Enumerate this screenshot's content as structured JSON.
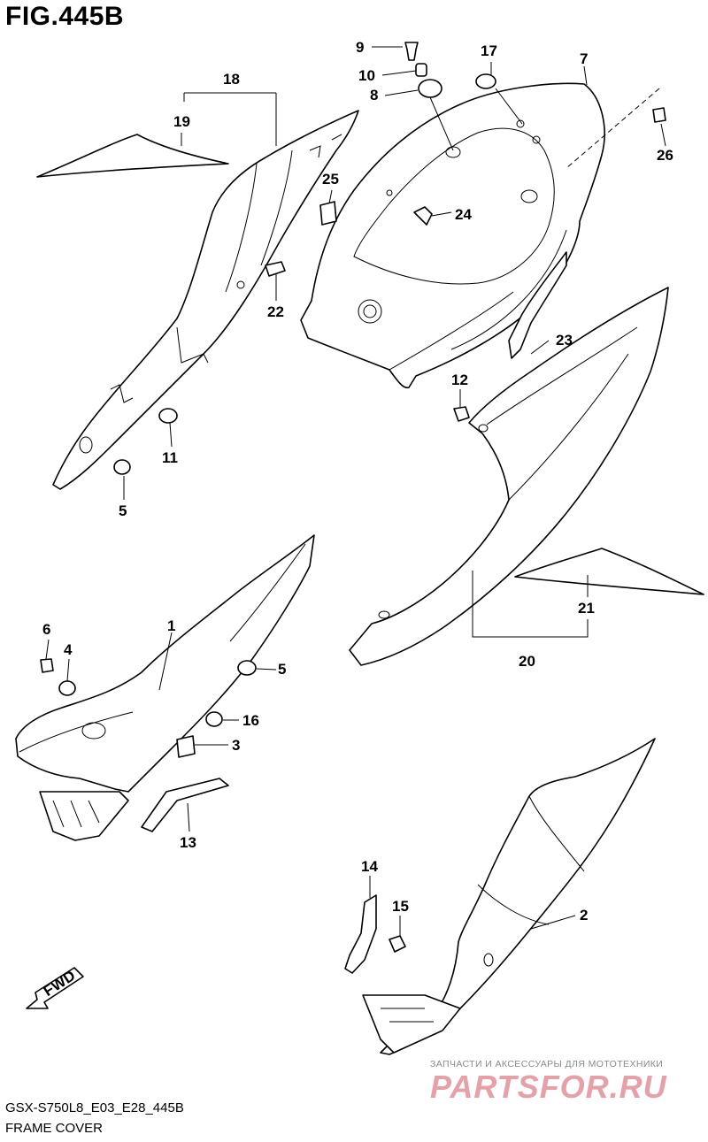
{
  "header": {
    "title": "FIG.445B"
  },
  "footer": {
    "model_code": "GSX-S750L8_E03_E28_445B",
    "section_name": "FRAME COVER"
  },
  "watermark": {
    "tagline": "ЗАПЧАСТИ И АКСЕССУАРЫ ДЛЯ МОТОТЕХНИКИ",
    "logo": "PARTSFOR.RU",
    "logo_color": "#e5a0a8"
  },
  "direction_badge": {
    "label": "FWD"
  },
  "callouts": {
    "c1": "1",
    "c2": "2",
    "c3": "3",
    "c4": "4",
    "c5a": "5",
    "c5b": "5",
    "c6": "6",
    "c7": "7",
    "c8": "8",
    "c9": "9",
    "c10": "10",
    "c11": "11",
    "c12": "12",
    "c13": "13",
    "c14": "14",
    "c15": "15",
    "c16": "16",
    "c17": "17",
    "c18": "18",
    "c19": "19",
    "c20": "20",
    "c21": "21",
    "c22": "22",
    "c23": "23",
    "c24": "24",
    "c25": "25",
    "c26": "26"
  }
}
